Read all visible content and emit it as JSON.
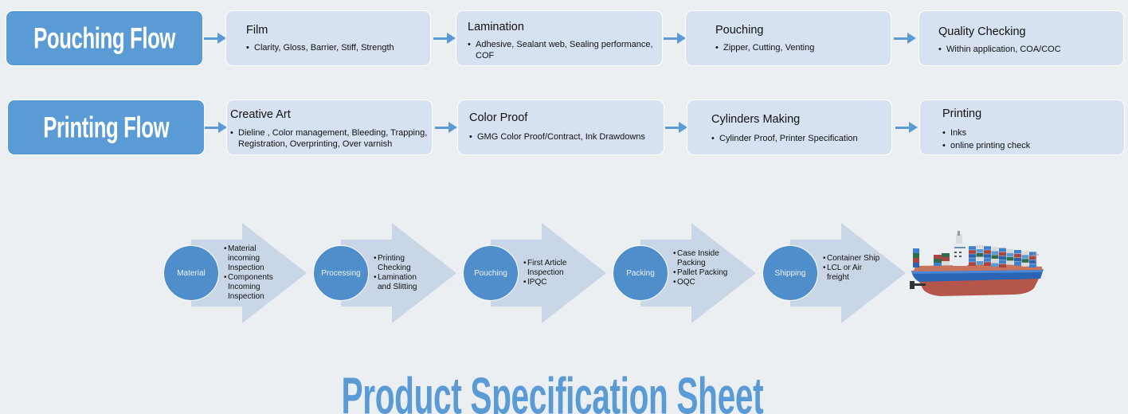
{
  "pouching_flow": {
    "label": "Pouching Flow",
    "steps": [
      {
        "title": "Film",
        "items": [
          "Clarity, Gloss, Barrier, Stiff, Strength"
        ]
      },
      {
        "title": "Lamination",
        "items": [
          "Adhesive, Sealant web, Sealing performance, COF"
        ]
      },
      {
        "title": "Pouching",
        "items": [
          "Zipper, Cutting, Venting"
        ]
      },
      {
        "title": "Quality Checking",
        "items": [
          "Within application, COA/COC"
        ]
      }
    ]
  },
  "printing_flow": {
    "label": "Printing Flow",
    "steps": [
      {
        "title": "Creative Art",
        "items": [
          "Dieline , Color management, Bleeding, Trapping, Registration, Overprinting, Over varnish"
        ]
      },
      {
        "title": "Color Proof",
        "items": [
          "GMG Color Proof/Contract, Ink Drawdowns"
        ]
      },
      {
        "title": "Cylinders Making",
        "items": [
          "Cylinder Proof, Printer Specification"
        ]
      },
      {
        "title": "Printing",
        "items": [
          "Inks",
          "online printing check"
        ]
      }
    ]
  },
  "process": {
    "stages": [
      {
        "label": "Material",
        "notes": [
          "Material incoming Inspection",
          "Components Incoming Inspection"
        ]
      },
      {
        "label": "Processing",
        "notes": [
          "Printing Checking",
          "Lamination and Slitting"
        ]
      },
      {
        "label": "Pouching",
        "notes": [
          "First Article Inspection",
          "IPQC"
        ]
      },
      {
        "label": "Packing",
        "notes": [
          "Case Inside Packing",
          "Pallet Packing",
          "OQC"
        ]
      },
      {
        "label": "Shipping",
        "notes": [
          "Container Ship",
          "LCL or Air freight"
        ]
      }
    ],
    "end_image": "container-ship"
  },
  "title": "Product Specification Sheet",
  "colors": {
    "accent": "#5b9bd5",
    "box_fill": "#d6e2f1",
    "circle_fill": "#4f8ecb",
    "chevron_fill": "#c9d6e7",
    "background": "#ebeff1"
  }
}
